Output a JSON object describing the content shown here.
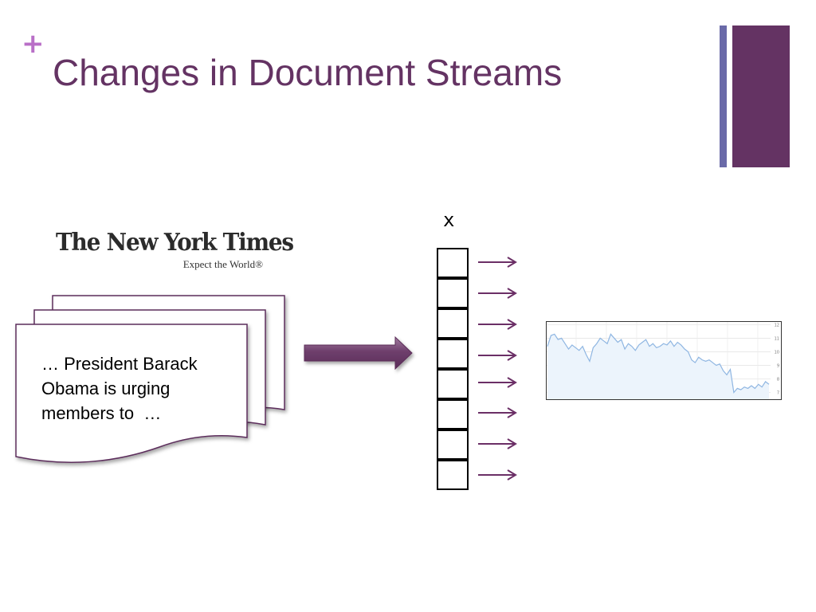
{
  "slide": {
    "plus_sign": "+",
    "title": "Changes in Document Streams"
  },
  "colors": {
    "accent_purple": "#643363",
    "plus_color": "#b96fc7",
    "thin_bar": "#6a6aa8",
    "arrow_fill": "#6e3f6c",
    "arrow_light": "#a27ba0",
    "small_arrow": "#6b2f66",
    "doc_border": "#5c2e5b",
    "chart_line": "#8fb6e2",
    "chart_fill": "#ecf4fc"
  },
  "logo": {
    "name": "The New York Times",
    "tagline": "Expect the World®"
  },
  "document": {
    "lines": [
      "… President Barack",
      "Obama is urging",
      "members to  …"
    ]
  },
  "vector": {
    "label": "x",
    "cells": 8
  },
  "chart_data": {
    "type": "line",
    "y_tick_labels": [
      "12",
      "11",
      "10",
      "9",
      "8",
      "7"
    ],
    "ylim": [
      6.5,
      12.2
    ],
    "grid": true,
    "values": [
      10.4,
      11.2,
      11.3,
      10.9,
      11.0,
      10.6,
      10.2,
      10.5,
      10.3,
      10.1,
      10.4,
      9.8,
      9.3,
      10.3,
      10.6,
      11.0,
      10.8,
      10.6,
      11.3,
      11.0,
      10.7,
      10.9,
      10.2,
      10.6,
      10.4,
      10.1,
      10.5,
      10.7,
      10.9,
      10.4,
      10.6,
      10.3,
      10.4,
      10.6,
      10.5,
      10.8,
      10.4,
      10.7,
      10.5,
      10.2,
      10.0,
      9.4,
      9.2,
      9.6,
      9.4,
      9.3,
      9.4,
      9.2,
      9.0,
      9.1,
      8.6,
      8.3,
      8.7,
      7.0,
      7.3,
      7.2,
      7.4,
      7.3,
      7.5,
      7.3,
      7.6,
      7.4,
      7.8,
      7.6
    ]
  }
}
